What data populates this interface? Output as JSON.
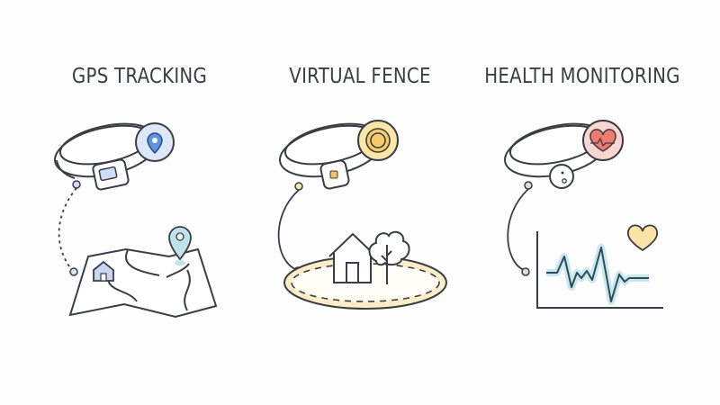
{
  "panels": [
    {
      "title": "GPS TRACKING",
      "badge_icon": "location-pin-icon",
      "device": "rectangular-gps-tag",
      "illustration": "folded-map-with-home-and-pin",
      "accent": "#5b95e0"
    },
    {
      "title": "VIRTUAL FENCE",
      "badge_icon": "target-ring-icon",
      "device": "square-tag",
      "illustration": "house-and-tree-inside-dashed-boundary",
      "accent": "#f2c45a"
    },
    {
      "title": "HEALTH MONITORING",
      "badge_icon": "heart-pulse-icon",
      "device": "round-sensor",
      "illustration": "heartbeat-waveform-chart-with-heart",
      "accent": "#f07a6e"
    }
  ],
  "colors": {
    "stroke": "#3a3d44",
    "gps_blue": "#5b95e0",
    "gps_badge_bg": "#dce8f8",
    "pin_teal": "#a9d8e6",
    "fence_yellow": "#f2c45a",
    "fence_glow": "#fbeec4",
    "health_red": "#f07a6e",
    "health_badge_bg": "#fbd6d0",
    "wave_glow": "#c8e8f0",
    "heart_yellow": "#fbe3a6"
  }
}
